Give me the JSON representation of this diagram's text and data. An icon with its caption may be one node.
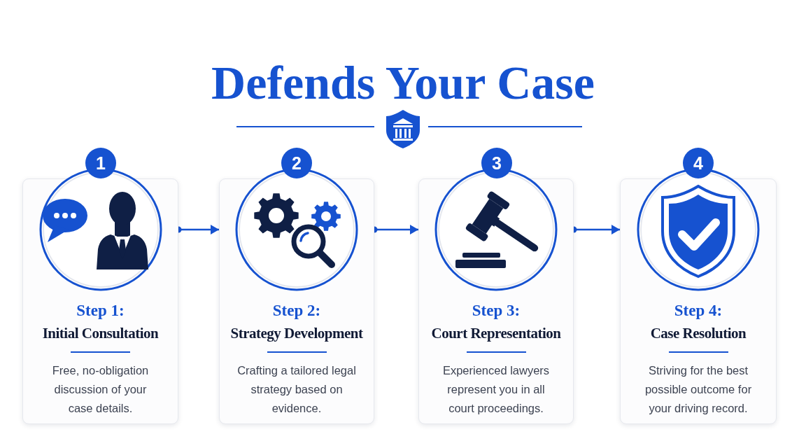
{
  "diagram": {
    "title": "Defends Your Case",
    "nodes": [
      {
        "text": [
          "1"
        ]
      },
      {
        "text": [
          "2"
        ]
      },
      {
        "text": [
          "3"
        ]
      },
      {
        "text": [
          "4"
        ]
      },
      {
        "text": [
          "Step 1:",
          "Initial Consultation",
          "Free, no-obligation discussion of your case details."
        ]
      },
      {
        "text": [
          "Step 2:",
          "Strategy Development",
          "Crafting a tailored legal strategy based on evidence."
        ]
      },
      {
        "text": [
          "Step 3:",
          "Court Representation",
          "Experienced lawyers represent you in all court proceedings."
        ]
      },
      {
        "text": [
          "Step 4:",
          "Case Resolution",
          "Striving for the best possible outcome for your driving record."
        ]
      }
    ],
    "edges": [
      {
        "from": 4,
        "to": 5,
        "arrow": "to"
      },
      {
        "from": 5,
        "to": 6,
        "arrow": "to"
      },
      {
        "from": 6,
        "to": 7,
        "arrow": "to"
      }
    ]
  }
}
